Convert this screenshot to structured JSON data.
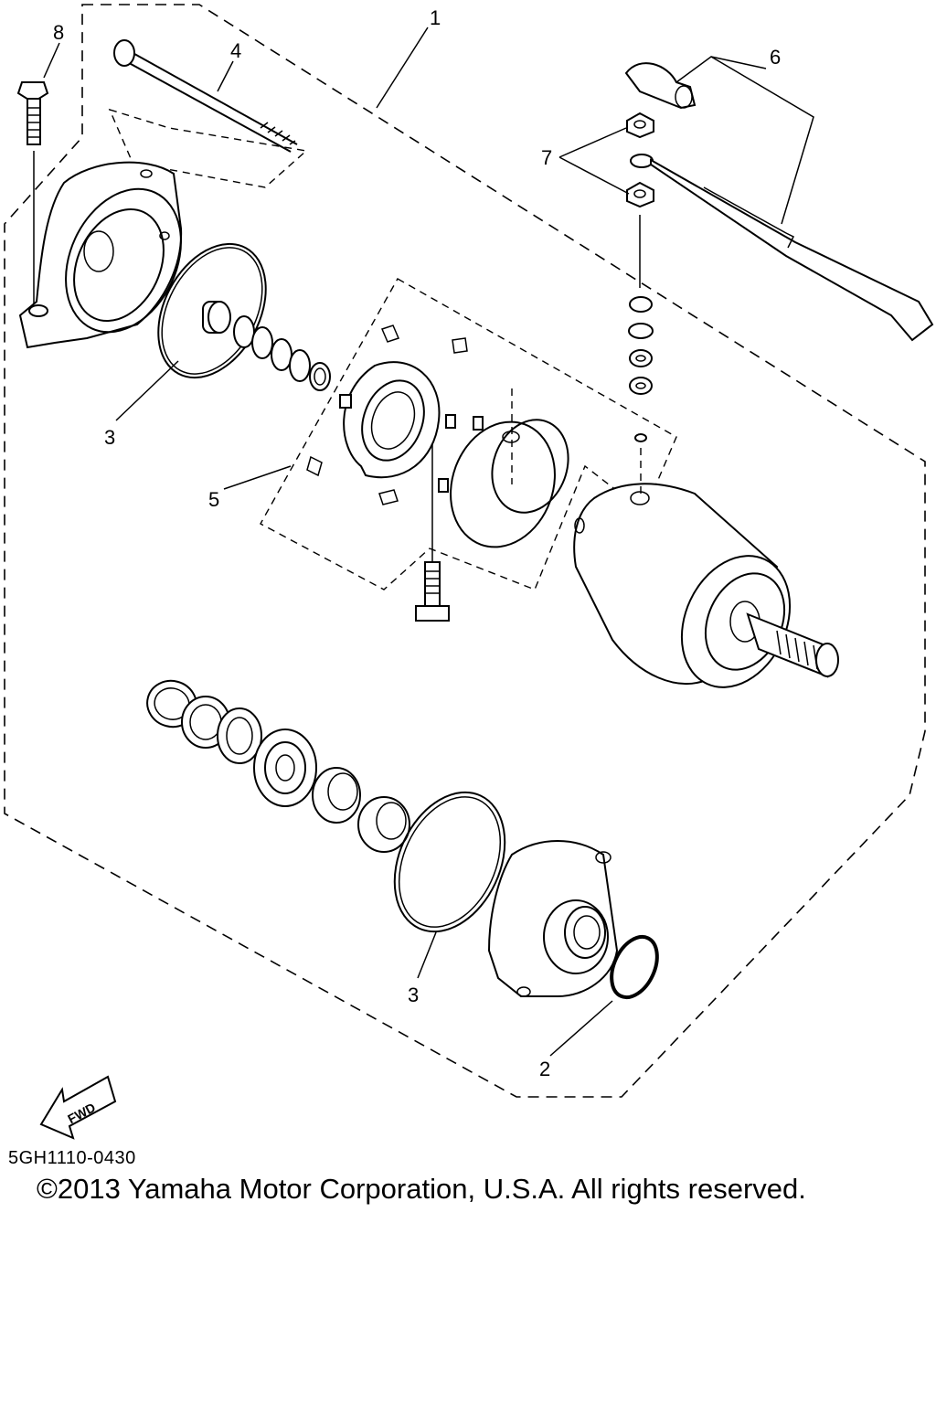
{
  "diagram_code": "5GH1110-0430",
  "copyright": "©2013 Yamaha Motor Corporation, U.S.A. All rights reserved.",
  "fwd_label": "FWD",
  "callouts": {
    "c1": "1",
    "c2": "2",
    "c3a": "3",
    "c3b": "3",
    "c4": "4",
    "c5": "5",
    "c6": "6",
    "c7": "7",
    "c8": "8"
  }
}
